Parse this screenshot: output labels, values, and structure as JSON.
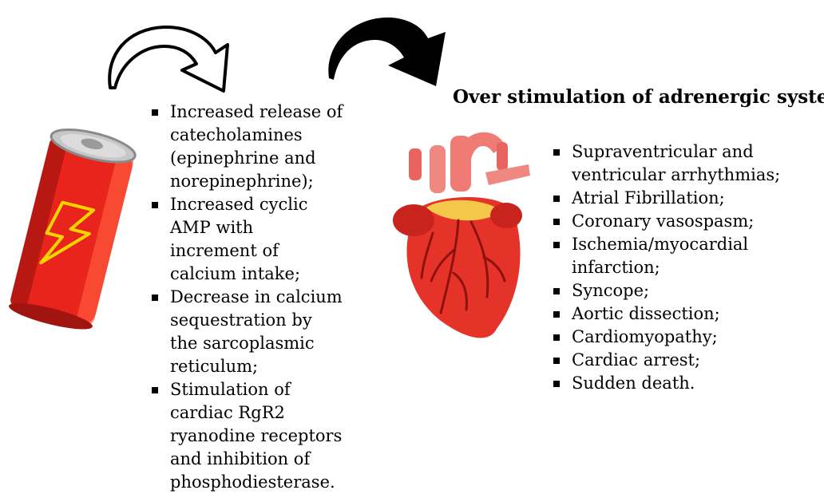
{
  "heading": "Over stimulation of adrenergic system",
  "mechanisms": [
    "Increased release of catecholamines (epinephrine and norepinephrine);",
    "Increased cyclic AMP with increment of calcium intake;",
    "Decrease in calcium sequestration by the sarcoplasmic reticulum;",
    "Stimulation of cardiac RgR2 ryanodine receptors and inhibition of phosphodiesterase."
  ],
  "outcomes": [
    "Supraventricular and ventricular arrhythmias;",
    "Atrial Fibrillation;",
    "Coronary vasospasm;",
    "Ischemia/myocardial infarction;",
    "Syncope;",
    "Aortic dissection;",
    "Cardiomyopathy;",
    "Cardiac arrest;",
    "Sudden death."
  ],
  "icons": {
    "can": "energy-drink-can-icon",
    "heart": "heart-icon",
    "arrow_outline": "curved-arrow-outline-icon",
    "arrow_solid": "curved-arrow-solid-icon"
  },
  "colors": {
    "can_red": "#e8241c",
    "lightning": "#f5d400",
    "heart_red": "#e5332a"
  }
}
